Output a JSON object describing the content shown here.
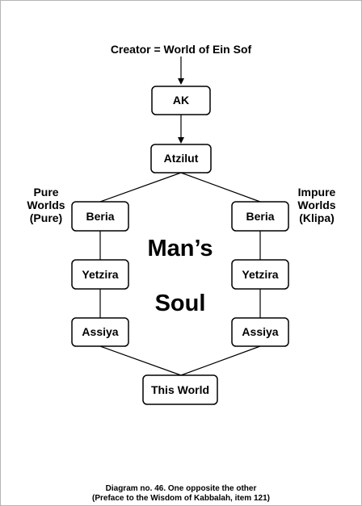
{
  "top_label": "Creator = World of Ein Sof",
  "nodes": {
    "ak": "AK",
    "atzilut": "Atzilut",
    "beria_left": "Beria",
    "yetzira_left": "Yetzira",
    "assiya_left": "Assiya",
    "beria_right": "Beria",
    "yetzira_right": "Yetzira",
    "assiya_right": "Assiya",
    "this_world": "This World"
  },
  "left_label": [
    "Pure",
    "Worlds",
    "(Pure)"
  ],
  "right_label": [
    "Impure",
    "Worlds",
    "(Klipa)"
  ],
  "center_text": [
    "Man’s",
    "Soul"
  ],
  "caption": [
    "Diagram no. 46. One opposite the other",
    "(Preface to the Wisdom of Kabbalah, item 121)"
  ]
}
